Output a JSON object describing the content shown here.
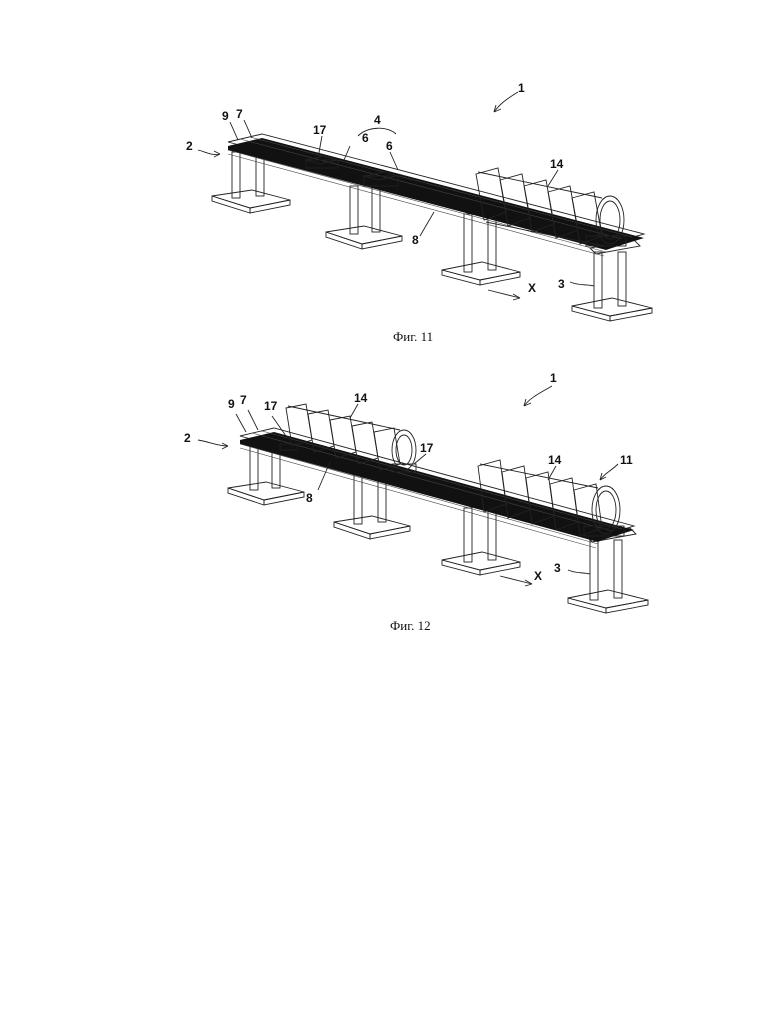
{
  "figures": [
    {
      "caption": "Фиг. 11",
      "labels": {
        "l1": "1",
        "l2": "2",
        "l3": "3",
        "l4": "4",
        "l6a": "6",
        "l6b": "6",
        "l7": "7",
        "l8": "8",
        "l9": "9",
        "l14": "14",
        "l17": "17",
        "lX": "X"
      }
    },
    {
      "caption": "Фиг. 12",
      "labels": {
        "l1": "1",
        "l2": "2",
        "l3": "3",
        "l7": "7",
        "l8": "8",
        "l9": "9",
        "l11": "11",
        "l14a": "14",
        "l14b": "14",
        "l17a": "17",
        "l17b": "17",
        "lX": "X"
      }
    }
  ]
}
